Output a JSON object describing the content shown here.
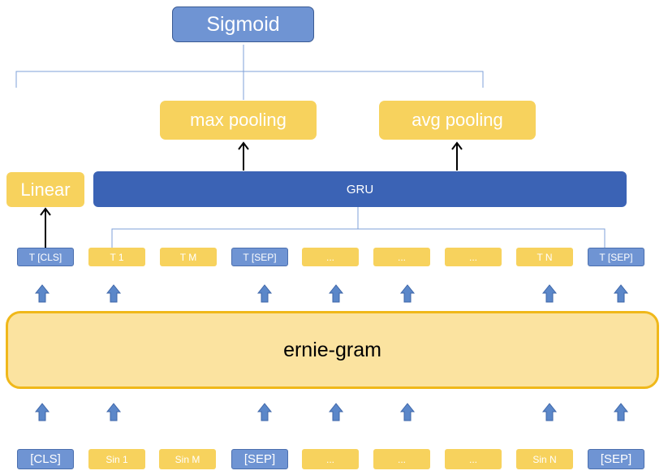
{
  "sigmoid": {
    "label": "Sigmoid"
  },
  "pooling": {
    "max_label": "max pooling",
    "avg_label": "avg pooling"
  },
  "linear": {
    "label": "Linear"
  },
  "gru": {
    "label": "GRU"
  },
  "encoder": {
    "label": "ernie-gram"
  },
  "output_tokens": [
    "T [CLS]",
    "T 1",
    "T M",
    "T [SEP]",
    "...",
    "...",
    "...",
    "T N",
    "T [SEP]"
  ],
  "input_tokens": [
    "[CLS]",
    "Sin 1",
    "Sin M",
    "[SEP]",
    "...",
    "...",
    "...",
    "Sin N",
    "[SEP]"
  ],
  "colors": {
    "light_blue": "#6f94d3",
    "dark_blue": "#3b63b5",
    "yellow": "#f7d25d",
    "encoder_fill": "#fbe3a0",
    "encoder_border": "#f0b81a",
    "arrow_fill": "#5b87c9"
  }
}
